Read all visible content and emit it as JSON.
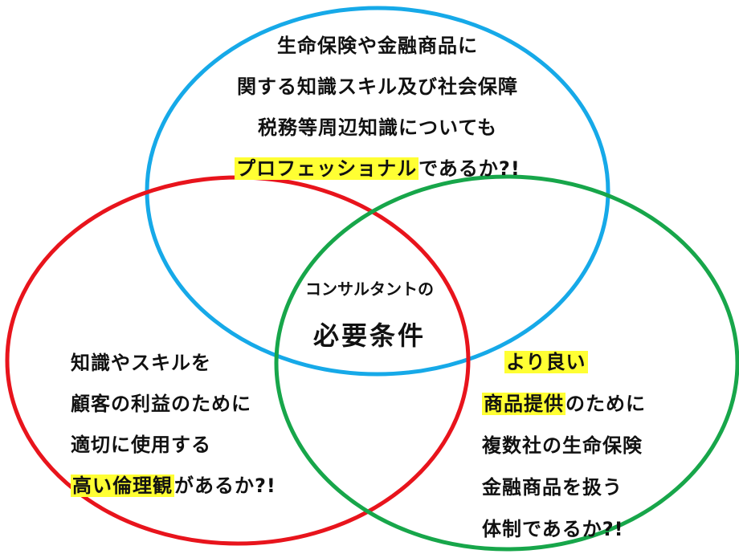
{
  "colors": {
    "top_circle": "#16a9e8",
    "left_circle": "#e8141c",
    "right_circle": "#17a64a",
    "highlight": "#ffff33"
  },
  "center": {
    "subtitle": "コンサルタントの",
    "title": "必要条件"
  },
  "top": {
    "line1": "生命保険や金融商品に",
    "line2": "関する知識スキル及び社会保障",
    "line3": "税務等周辺知識についても",
    "line4_highlight": "プロフェッショナル",
    "line4_rest": "であるか?!"
  },
  "left": {
    "line1": "知識やスキルを",
    "line2": "顧客の利益のために",
    "line3": "適切に使用する",
    "line4_highlight": "高い倫理観",
    "line4_rest": "があるか?!"
  },
  "right": {
    "line1_highlight": "より良い",
    "line2_highlight": "商品提供",
    "line2_rest": "のために",
    "line3": "複数社の生命保険",
    "line4": "金融商品を扱う",
    "line5": "体制であるか?!"
  }
}
